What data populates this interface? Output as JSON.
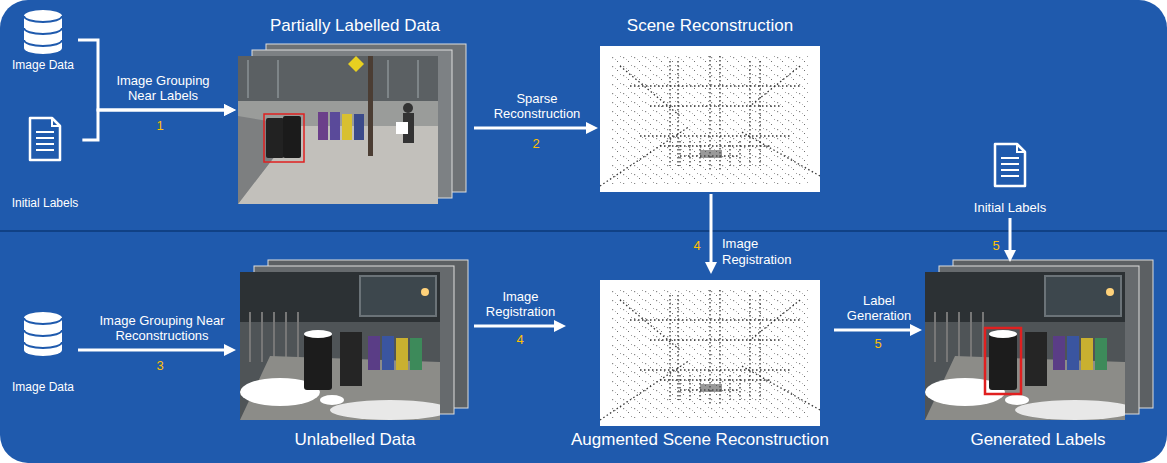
{
  "diagram": {
    "nodes": [
      {
        "text": [
          "Image Data"
        ]
      },
      {
        "text": [
          "Initial Labels"
        ]
      },
      {
        "text": [
          "Partially Labelled Data"
        ]
      },
      {
        "text": [
          "Scene Reconstruction"
        ]
      },
      {
        "text": [
          "Initial Labels"
        ]
      },
      {
        "text": [
          "Image Data"
        ]
      },
      {
        "text": [
          "Unlabelled Data"
        ]
      },
      {
        "text": [
          "Augmented Scene Reconstruction"
        ]
      },
      {
        "text": [
          "Generated Labels"
        ]
      }
    ],
    "edges": [
      {
        "from": 0,
        "to": 2,
        "arrow": "to",
        "label": "Image Grouping Near Labels"
      },
      {
        "from": 1,
        "to": 2,
        "arrow": "to"
      },
      {
        "from": 2,
        "to": 3,
        "arrow": "to",
        "label": "Sparse Reconstruction"
      },
      {
        "from": 3,
        "to": 7,
        "arrow": "to",
        "label": "Image Registration"
      },
      {
        "from": 5,
        "to": 6,
        "arrow": "to",
        "label": "Image Grouping Near Reconstructions"
      },
      {
        "from": 6,
        "to": 7,
        "arrow": "to",
        "label": "Image Registration"
      },
      {
        "from": 7,
        "to": 8,
        "arrow": "to",
        "label": "Label Generation"
      },
      {
        "from": 4,
        "to": 8,
        "arrow": "to"
      }
    ],
    "labels": [
      "1",
      "2",
      "4",
      "5",
      "3",
      "4",
      "5"
    ]
  }
}
